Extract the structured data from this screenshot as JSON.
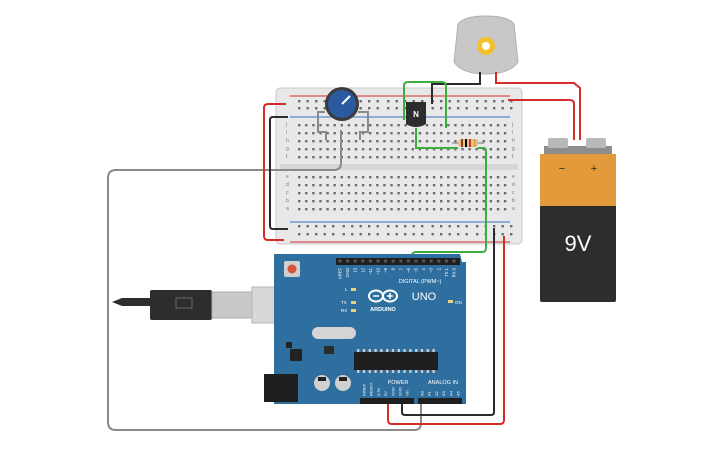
{
  "battery": {
    "voltage_label": "9V",
    "minus_symbol": "−",
    "plus_symbol": "+"
  },
  "arduino": {
    "brand_text": "ARDUINO",
    "model_text": "UNO",
    "digital_header": "DIGITAL (PWM~)",
    "power_header": "POWER",
    "analog_header": "ANALOG IN",
    "on_label": "ON",
    "l_label": "L",
    "tx_label": "TX",
    "rx_label": "RX",
    "top_pin_labels": [
      "AREF",
      "GND",
      "13",
      "12",
      "~11",
      "~10",
      "~9",
      "8",
      "7",
      "~6",
      "~5",
      "4",
      "~3",
      "2",
      "TX 1",
      "RX 0"
    ],
    "power_pin_labels": [
      "IOREF",
      "RESET",
      "3.3V",
      "5V",
      "GND",
      "GND",
      "Vin"
    ],
    "analog_pin_labels": [
      "A0",
      "A1",
      "A2",
      "A3",
      "A4",
      "A5"
    ]
  },
  "transistor": {
    "type_label": "N"
  },
  "breadboard": {
    "row_letters_top": [
      "j",
      "i",
      "h",
      "g",
      "f"
    ],
    "row_letters_bottom": [
      "e",
      "d",
      "c",
      "b",
      "a"
    ],
    "columns": 30
  },
  "colors": {
    "wire_red": "#d42b2b",
    "wire_black": "#2b2b2b",
    "wire_green": "#3cae3c",
    "wire_gray": "#8a8a8a",
    "arduino_blue": "#2e6fa0",
    "battery_orange": "#e39a3a",
    "battery_black": "#2d2d2d",
    "pot_blue": "#2a5aa0",
    "motor_gear": "#f2c12e"
  }
}
